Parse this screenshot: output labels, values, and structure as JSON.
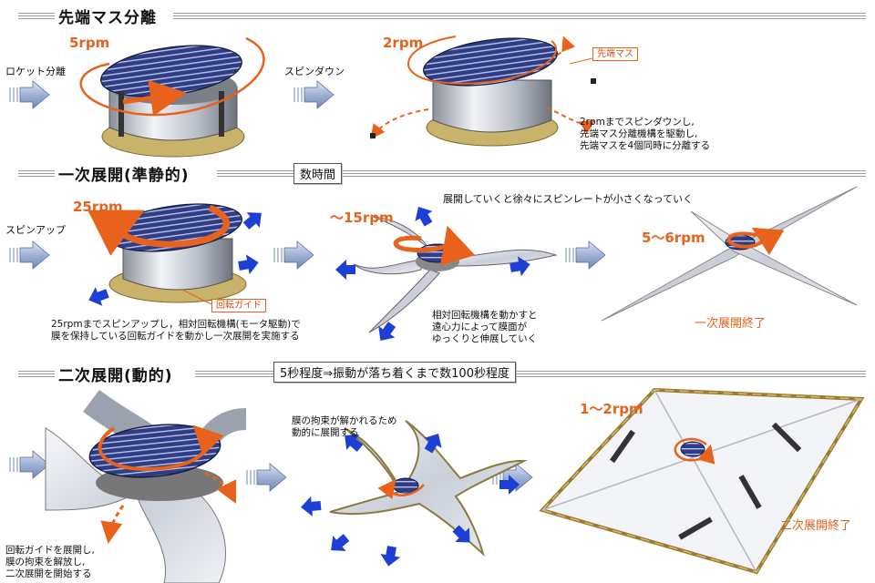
{
  "section1": {
    "title": "先端マス分離",
    "left_label": "ロケット分離",
    "mid_label": "スピンダウン",
    "rpm_a": "5rpm",
    "rpm_b": "2rpm",
    "callout": "先端マス",
    "notes": [
      "2rpmまでスピンダウンし,",
      "先端マス分離機構を駆動し,",
      "先端マスを4個同時に分離する"
    ]
  },
  "section2": {
    "title": "一次展開(準静的)",
    "duration": "数時間",
    "caption_top": "展開していくと徐々にスピンレートが小さくなっていく",
    "left_label": "スピンアップ",
    "rpm_a": "25rpm",
    "rpm_b": "〜15rpm",
    "rpm_c": "5〜6rpm",
    "callout": "回転ガイド",
    "note_left": [
      "25rpmまでスピンアップし，相対回転機構(モータ駆動)で",
      "膜を保持している回転ガイドを動かし一次展開を実施する"
    ],
    "note_mid": [
      "相対回転機構を動かすと",
      "遠心力によって膜面が",
      "ゆっくりと伸展していく"
    ],
    "end_label": "一次展開終了"
  },
  "section3": {
    "title": "二次展開(動的)",
    "duration": "5秒程度⇒振動が落ち着くまで数100秒程度",
    "note_left": [
      "回転ガイドを展開し,",
      "膜の拘束を解放し,",
      "二次展開を開始する"
    ],
    "note_mid": [
      "膜の拘束が解かれるため",
      "動的に展開する"
    ],
    "rpm_a": "1〜2rpm",
    "end_label": "二次展開終了"
  },
  "colors": {
    "accent": "#e8621c",
    "arrow_blue": "#1d3fd6",
    "panel": "#2f3d86",
    "membrane": "#dfe3ea"
  }
}
